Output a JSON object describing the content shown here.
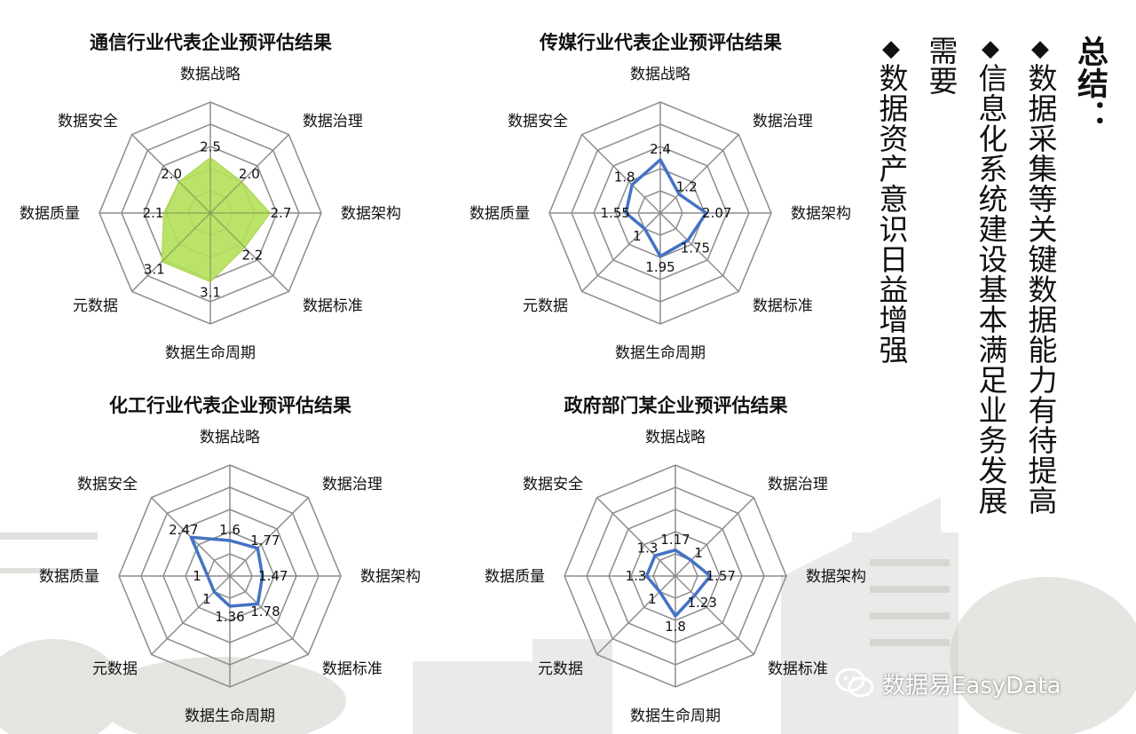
{
  "axes": [
    "数据战略",
    "数据治理",
    "数据架构",
    "数据标准",
    "数据生命周期",
    "元数据",
    "数据质量",
    "数据安全"
  ],
  "chart_data": [
    {
      "type": "radar",
      "title": "通信行业代表企业预评估结果",
      "categories": [
        "数据战略",
        "数据治理",
        "数据架构",
        "数据标准",
        "数据生命周期",
        "元数据",
        "数据质量",
        "数据安全"
      ],
      "series": [
        {
          "values": [
            2.5,
            2.0,
            2.7,
            2.2,
            3.1,
            3.1,
            2.1,
            2.0
          ]
        }
      ],
      "value_labels": [
        "2.5",
        "2.0",
        "2.7",
        "2.2",
        "3.1",
        "3.1",
        "2.1",
        "2.0"
      ],
      "rlim": [
        0,
        5
      ],
      "grid": true,
      "style": "filled",
      "color": "#b4e05a"
    },
    {
      "type": "radar",
      "title": "传媒行业代表企业预评估结果",
      "categories": [
        "数据战略",
        "数据治理",
        "数据架构",
        "数据标准",
        "数据生命周期",
        "元数据",
        "数据质量",
        "数据安全"
      ],
      "series": [
        {
          "values": [
            2.4,
            1.2,
            2.07,
            1.75,
            1.95,
            1.0,
            1.55,
            1.8
          ]
        }
      ],
      "value_labels": [
        "2.4",
        "1.2",
        "2.07",
        "1.75",
        "1.95",
        "1",
        "1.55",
        "1.8"
      ],
      "rlim": [
        0,
        5
      ],
      "grid": true,
      "style": "line",
      "color": "#4472c4"
    },
    {
      "type": "radar",
      "title": "化工行业代表企业预评估结果",
      "categories": [
        "数据战略",
        "数据治理",
        "数据架构",
        "数据标准",
        "数据生命周期",
        "元数据",
        "数据质量",
        "数据安全"
      ],
      "series": [
        {
          "values": [
            1.6,
            1.77,
            1.47,
            1.78,
            1.36,
            1.0,
            1.0,
            2.47
          ]
        }
      ],
      "value_labels": [
        "1.6",
        "1.77",
        "1.47",
        "1.78",
        "1.36",
        "1",
        "1",
        "2.47"
      ],
      "rlim": [
        0,
        5
      ],
      "grid": true,
      "style": "line",
      "color": "#4472c4"
    },
    {
      "type": "radar",
      "title": "政府部门某企业预评估结果",
      "categories": [
        "数据战略",
        "数据治理",
        "数据架构",
        "数据标准",
        "数据生命周期",
        "元数据",
        "数据质量",
        "数据安全"
      ],
      "series": [
        {
          "values": [
            1.17,
            1.0,
            1.57,
            1.23,
            1.8,
            1.0,
            1.3,
            1.3
          ]
        }
      ],
      "value_labels": [
        "1.17",
        "1",
        "1.57",
        "1.23",
        "1.8",
        "1",
        "1.3",
        "1.3"
      ],
      "rlim": [
        0,
        5
      ],
      "grid": true,
      "style": "line",
      "color": "#4472c4"
    }
  ],
  "summary": {
    "heading": "总结：",
    "bullet": "◆",
    "items": [
      "数据采集等关键数据能力有待提高",
      "信息化系统建设基本满足业务发展需要",
      "数据资产意识日益增强"
    ]
  },
  "watermark": {
    "text": "数据易EasyData",
    "icon": "wechat-icon"
  }
}
